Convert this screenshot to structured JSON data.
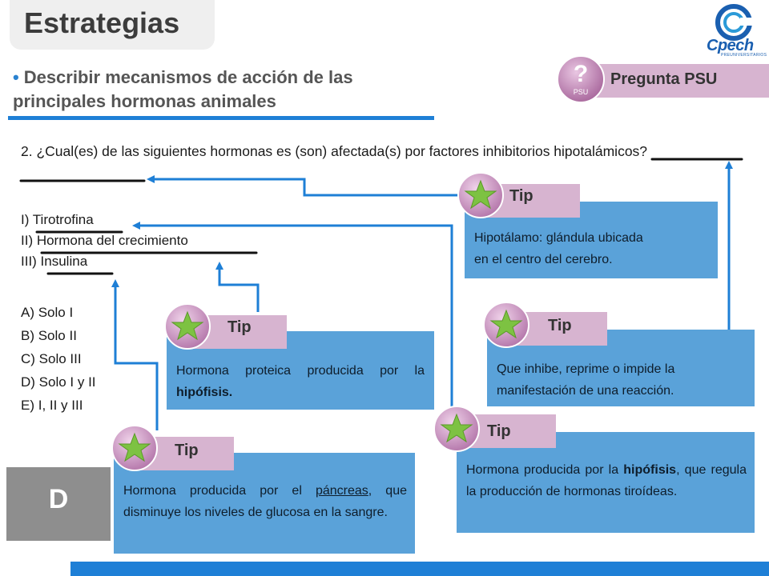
{
  "header": {
    "title": "Estrategias"
  },
  "objective": {
    "text": "Describir mecanismos de acción de las principales hormonas animales"
  },
  "logo": {
    "brand": "Cpech",
    "tagline": "PREUNIVERSITARIOS"
  },
  "psu": {
    "label": "Pregunta PSU",
    "icon_text": "PSU",
    "icon_glyph": "?"
  },
  "question": {
    "text": "2. ¿Cual(es) de las siguientes hormonas es (son) afectada(s) por factores inhibitorios hipotalámicos?",
    "options": [
      "I) Tirotrofina",
      "II) Hormona del crecimiento",
      "III) Insulina"
    ],
    "answers": [
      "A) Solo I",
      "B) Solo II",
      "C) Solo III",
      "D) Solo I y II",
      "E) I, II y III"
    ]
  },
  "tips": {
    "label": "Tip",
    "hipotalamo": {
      "line1": "Hipotálamo: glándula ubicada",
      "line2": "en el centro del cerebro."
    },
    "inhibitorio": {
      "line1": "Que inhibe, reprime o impide la",
      "line2": "manifestación de una reacción."
    },
    "gh": {
      "before": "Hormona proteica producida por la ",
      "bold": "hipófisis."
    },
    "tsh": {
      "before": "Hormona producida por la ",
      "bold": "hipófisis",
      "after": ", que regula la producción de hormonas tiroídeas."
    },
    "insulina": {
      "before": "Hormona producida por el ",
      "underline": "páncreas",
      "after": ", que disminuye los niveles de glucosa en la sangre."
    }
  },
  "answer": {
    "letter": "D"
  },
  "colors": {
    "accent_blue": "#1e7fd6",
    "tip_box": "#5aa2d9",
    "tip_tab": "#d7b4d0",
    "star_green": "#7dc242",
    "answer_grey": "#8e8e8e"
  },
  "icons": {
    "tip": "star-icon",
    "psu": "question-bubble-icon"
  }
}
